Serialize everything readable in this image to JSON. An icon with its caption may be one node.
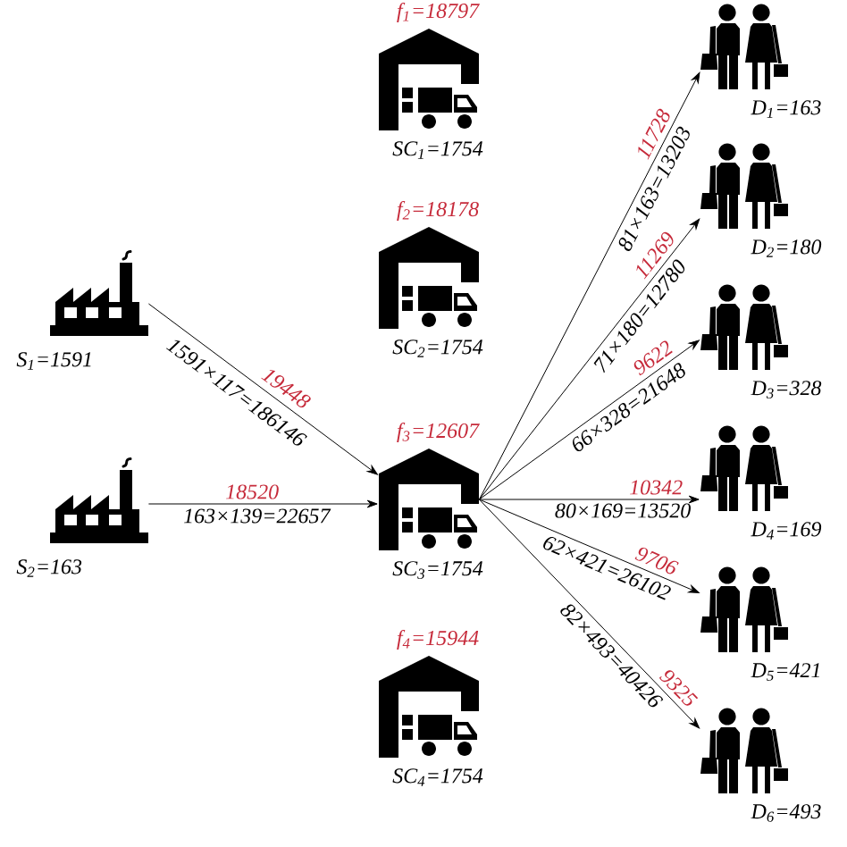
{
  "diagram": {
    "nodes": [
      {
        "text": [
          "S$_{1}$=1591"
        ]
      },
      {
        "text": [
          "S$_{2}$=163"
        ]
      },
      {
        "text": [
          "f$_{1}$=18797",
          "SC$_{1}$=1754"
        ]
      },
      {
        "text": [
          "f$_{2}$=18178",
          "SC$_{2}$=1754"
        ]
      },
      {
        "text": [
          "f$_{3}$=12607",
          "SC$_{3}$=1754"
        ]
      },
      {
        "text": [
          "f$_{4}$=15944",
          "SC$_{4}$=1754"
        ]
      },
      {
        "text": [
          "D$_{1}$=163"
        ]
      },
      {
        "text": [
          "D$_{2}$=180"
        ]
      },
      {
        "text": [
          "D$_{3}$=328"
        ]
      },
      {
        "text": [
          "D$_{4}$=169"
        ]
      },
      {
        "text": [
          "D$_{5}$=421"
        ]
      },
      {
        "text": [
          "D$_{6}$=493"
        ]
      }
    ],
    "edges": [
      {
        "from": 0,
        "to": 4,
        "arrow": "to",
        "label": "19448"
      },
      {
        "from": 1,
        "to": 4,
        "arrow": "to",
        "label": "18520"
      },
      {
        "from": 4,
        "to": 6,
        "arrow": "to",
        "label": "11728"
      },
      {
        "from": 4,
        "to": 7,
        "arrow": "to",
        "label": "11269"
      },
      {
        "from": 4,
        "to": 8,
        "arrow": "to",
        "label": "9622"
      },
      {
        "from": 4,
        "to": 9,
        "arrow": "to",
        "label": "10342"
      },
      {
        "from": 4,
        "to": 10,
        "arrow": "to",
        "label": "9706"
      },
      {
        "from": 4,
        "to": 11,
        "arrow": "to",
        "label": "9325"
      }
    ],
    "labels": [
      "1591×117=186146",
      "163×139=22657",
      "81×163=13203",
      "71×180=12780",
      "66×328=21648",
      "80×169=13520",
      "62×421=26102",
      "82×493=40426"
    ]
  }
}
